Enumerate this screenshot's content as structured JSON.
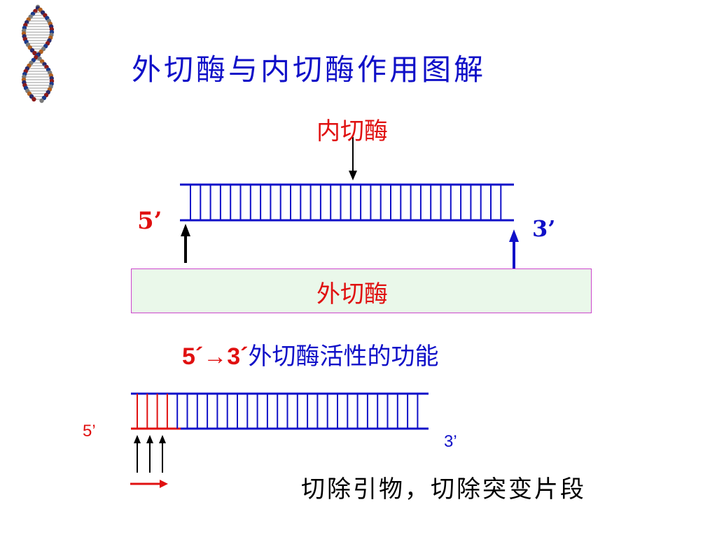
{
  "title": "外切酶与内切酶作用图解",
  "top_diagram": {
    "endonuclease_label": "内切酶",
    "exonuclease_label": "外切酶",
    "end_5": "5’",
    "end_3": "3’",
    "colors": {
      "strand": "#1010c8",
      "arrow_left": "#000000",
      "arrow_right": "#1010c8"
    }
  },
  "function_label": {
    "direction": "5´→3´",
    "text": "外切酶活性的功能"
  },
  "bottom_diagram": {
    "end_5": "5’",
    "end_3": "3’",
    "colors": {
      "strand": "#1010c8",
      "excised": "#e01010"
    }
  },
  "caption": "切除引物，切除突变片段",
  "colors": {
    "title": "#1010c8",
    "label_red": "#e01010",
    "box_fill": "#eaf8ea",
    "box_border": "#cc44cc"
  }
}
